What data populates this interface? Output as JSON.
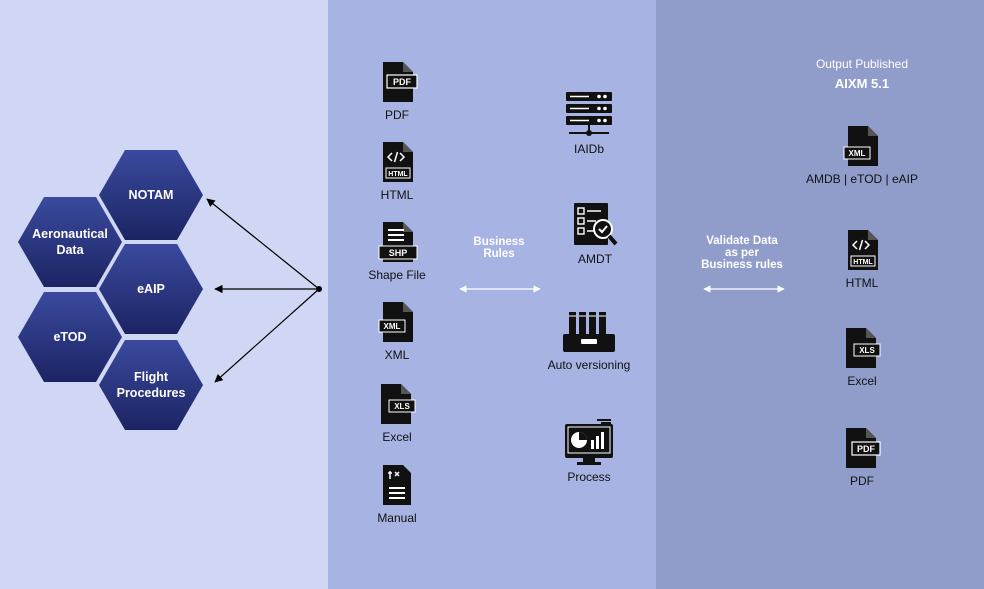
{
  "hexagons": {
    "notam": "NOTAM",
    "aeronautical": "Aeronautical\nData",
    "eaip": "eAIP",
    "etod": "eTOD",
    "flight": "Flight\nProcedures"
  },
  "inputs": {
    "pdf": "PDF",
    "html": "HTML",
    "shape_file": "Shape File",
    "xml": "XML",
    "excel": "Excel",
    "manual": "Manual"
  },
  "middle": {
    "business_rules": "Business\nRules",
    "iaidb": "IAIDb",
    "amdt": "AMDT",
    "auto_versioning": "Auto versioning",
    "process": "Process",
    "validate": "Validate Data\nas per\nBusiness rules"
  },
  "output": {
    "header": "Output Published",
    "standard": "AIXM 5.1",
    "amdb": "AMDB | eTOD | eAIP",
    "html": "HTML",
    "excel": "Excel",
    "pdf": "PDF"
  },
  "badges": {
    "pdf": "PDF",
    "html": "HTML",
    "shp": "SHP",
    "xml": "XML",
    "xls": "XLS"
  },
  "colors": {
    "left_panel": "#cfd7f5",
    "middle_panel": "#a7b3e2",
    "right_panel": "#909dca",
    "hexagon": "#2a3480"
  }
}
